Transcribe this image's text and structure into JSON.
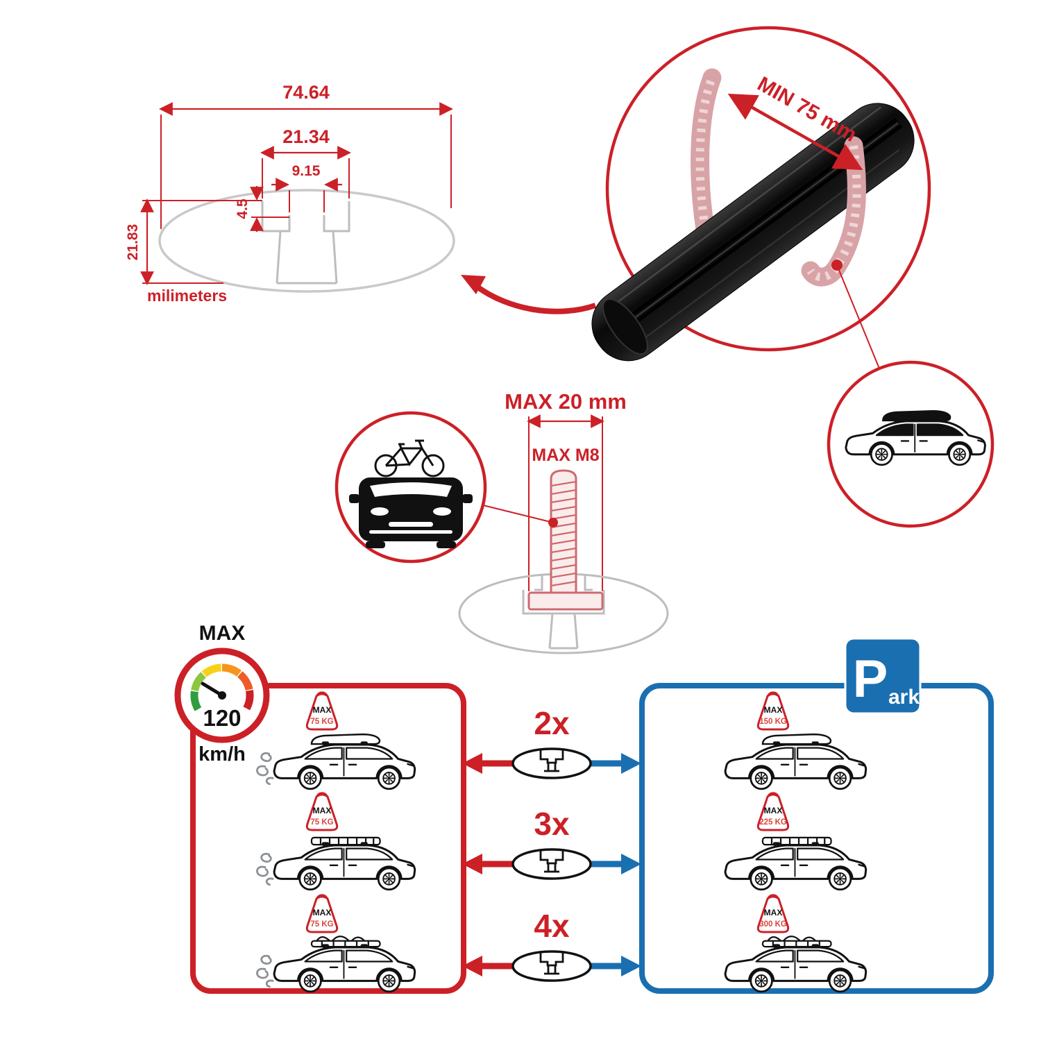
{
  "colors": {
    "accent_red": "#cc2027",
    "park_blue": "#1a6fb0",
    "ghost_pink": "#d8a3a6",
    "ghost_gray": "#c9c9c9",
    "ink": "#111111"
  },
  "cross_section_diagram": {
    "total_width": "74.64",
    "slot_width": "21.34",
    "inner_slot_width": "9.15",
    "lip_depth": "4.5",
    "profile_height": "21.83",
    "units": "milimeters"
  },
  "bar_closeup": {
    "min_clamp_span": "MIN 75 mm"
  },
  "bolt_spec": {
    "max_length": "MAX 20 mm",
    "max_thread": "MAX M8"
  },
  "speed_limit": {
    "label": "MAX",
    "value": "120",
    "unit": "km/h"
  },
  "park_sign": {
    "initial": "P",
    "rest": "ark"
  },
  "load_rows": [
    {
      "multiplier": "2x",
      "moving": {
        "label": "MAX",
        "load": "75 KG"
      },
      "parked": {
        "label": "MAX",
        "load": "150 KG"
      }
    },
    {
      "multiplier": "3x",
      "moving": {
        "label": "MAX",
        "load": "75 KG"
      },
      "parked": {
        "label": "MAX",
        "load": "225 KG"
      }
    },
    {
      "multiplier": "4x",
      "moving": {
        "label": "MAX",
        "load": "75 KG"
      },
      "parked": {
        "label": "MAX",
        "load": "300 KG"
      }
    }
  ]
}
